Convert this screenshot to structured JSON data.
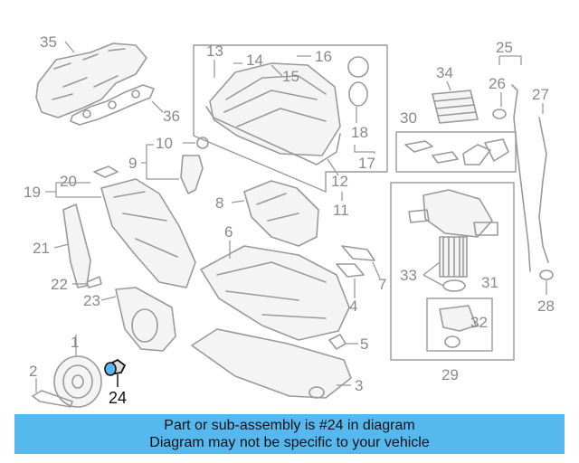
{
  "highlight_color": "#55b9ef",
  "callouts": [
    {
      "id": "c1",
      "text": "1"
    },
    {
      "id": "c2",
      "text": "2"
    },
    {
      "id": "c3",
      "text": "3"
    },
    {
      "id": "c4",
      "text": "4"
    },
    {
      "id": "c5",
      "text": "5"
    },
    {
      "id": "c6",
      "text": "6"
    },
    {
      "id": "c7",
      "text": "7"
    },
    {
      "id": "c8",
      "text": "8"
    },
    {
      "id": "c9",
      "text": "9"
    },
    {
      "id": "c10",
      "text": "10"
    },
    {
      "id": "c11",
      "text": "11"
    },
    {
      "id": "c12",
      "text": "12"
    },
    {
      "id": "c13",
      "text": "13"
    },
    {
      "id": "c14",
      "text": "14"
    },
    {
      "id": "c15",
      "text": "15"
    },
    {
      "id": "c16",
      "text": "16"
    },
    {
      "id": "c17",
      "text": "17"
    },
    {
      "id": "c18",
      "text": "18"
    },
    {
      "id": "c19",
      "text": "19"
    },
    {
      "id": "c20",
      "text": "20"
    },
    {
      "id": "c21",
      "text": "21"
    },
    {
      "id": "c22",
      "text": "22"
    },
    {
      "id": "c23",
      "text": "23"
    },
    {
      "id": "c24",
      "text": "24"
    },
    {
      "id": "c25",
      "text": "25"
    },
    {
      "id": "c26",
      "text": "26"
    },
    {
      "id": "c27",
      "text": "27"
    },
    {
      "id": "c28",
      "text": "28"
    },
    {
      "id": "c29",
      "text": "29"
    },
    {
      "id": "c30",
      "text": "30"
    },
    {
      "id": "c31",
      "text": "31"
    },
    {
      "id": "c32",
      "text": "32"
    },
    {
      "id": "c33",
      "text": "33"
    },
    {
      "id": "c34",
      "text": "34"
    },
    {
      "id": "c35",
      "text": "35"
    },
    {
      "id": "c36",
      "text": "36"
    }
  ],
  "banner": {
    "line1": "Part or sub-assembly is #24 in diagram",
    "line2": "Diagram may not be specific to your vehicle"
  }
}
